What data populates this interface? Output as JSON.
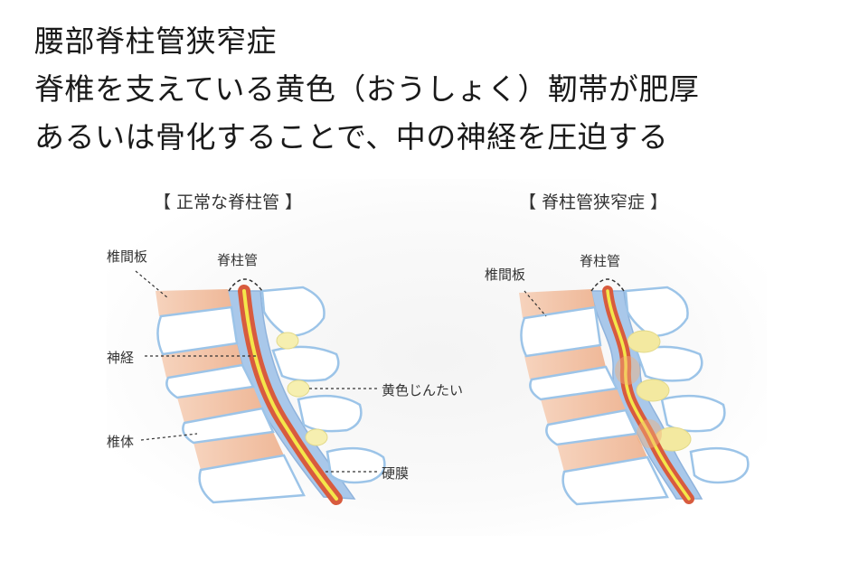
{
  "title": {
    "line1": "腰部脊柱管狭窄症",
    "line2": "脊椎を支えている黄色（おうしょく）靭帯が肥厚",
    "line3": "あるいは骨化することで、中の神経を圧迫する"
  },
  "panels": {
    "normal": {
      "title": "【 正常な脊柱管 】",
      "labels": {
        "disc": "椎間板",
        "canal": "脊柱管",
        "nerve": "神経",
        "ligament": "黄色じんたい",
        "body": "椎体",
        "dura": "硬膜"
      }
    },
    "stenosis": {
      "title": "【 脊柱管狭窄症 】",
      "labels": {
        "disc": "椎間板",
        "canal": "脊柱管"
      }
    }
  },
  "colors": {
    "bone_fill": "#ffffff",
    "bone_outline": "#9cc4e8",
    "disc": "#f3c4a8",
    "canal": "#a9c8ea",
    "nerve_red": "#d85b3e",
    "nerve_yellow": "#f4e64a",
    "ligament": "#f6efb0"
  }
}
